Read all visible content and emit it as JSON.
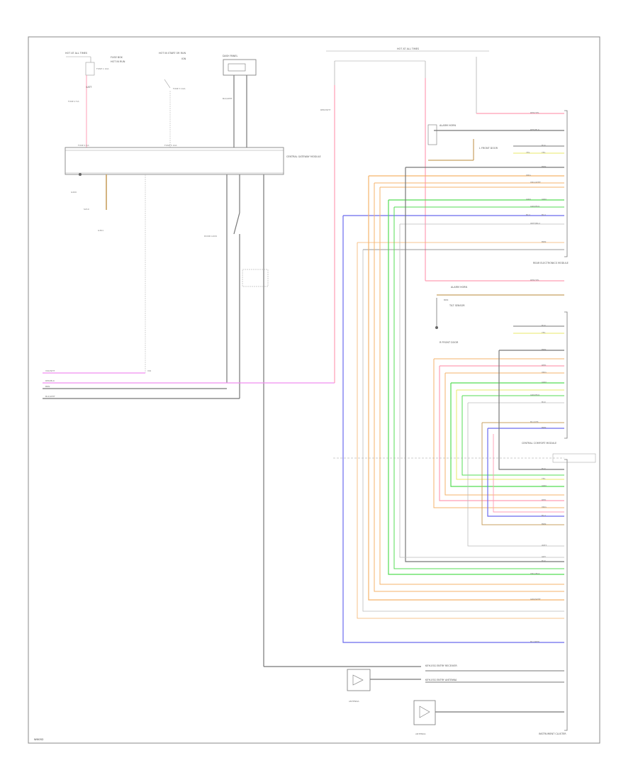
{
  "diagram": {
    "footer_code": "W0052",
    "top_labels": {
      "hot_all_times": "HOT AT ALL TIMES",
      "fuse_block_left": "FUSE BOX",
      "hot_run": "HOT IN RUN",
      "hot_start_run": "HOT IN START OR RUN",
      "battery_left": "BATT",
      "ignition": "IGN",
      "fuse_a": "FUSE 1 10A",
      "fuse_b": "FUSE 2 5A",
      "fuse_c": "FUSE 3 10A",
      "fuse_d": "FUSE 4 5A",
      "fuse_e": "FUSE 5 10A"
    },
    "modules": {
      "central_gateway": "CENTRAL GATEWAY MODULE",
      "rear_electronics": "REAR ELECTRONICS MODULE",
      "central_comfort": "CENTRAL COMFORT MODULE",
      "dash_panel": "DASH PANEL",
      "instrument_cluster": "INSTRUMENT CLUSTER",
      "alarm_horn_top": "ALARM HORN",
      "alarm_horn_mid": "ALARM HORN",
      "tilt_sensor": "TILT SENSOR",
      "left_front_door": "L FRONT DOOR",
      "right_front_door": "R FRONT DOOR",
      "antenna_left": "ANTENNA",
      "antenna_right": "ANTENNA",
      "keyless_entry_1": "KEYLESS ENTRY RECEIVER",
      "keyless_entry_2": "KEYLESS ENTRY ANTENNA",
      "ground_left": "G200",
      "ground_mid": "G301",
      "door_lock": "DOOR LOCK",
      "splice": "S210"
    },
    "wires": [
      {
        "label": "RED/WHT",
        "color": "#ff9db4"
      },
      {
        "label": "BLK/WHT",
        "color": "#7a7a7a"
      },
      {
        "label": "GRN",
        "color": "#55dd55"
      },
      {
        "label": "BLU",
        "color": "#6a6aee"
      },
      {
        "label": "ORG",
        "color": "#f5b36b"
      },
      {
        "label": "YEL",
        "color": "#e8e86a"
      },
      {
        "label": "VIO",
        "color": "#f08ef0"
      },
      {
        "label": "BRN",
        "color": "#c8a060"
      }
    ],
    "left_bus_labels": [
      "VIO/WHT",
      "RED/BLK",
      "BRN",
      "BLK/WHT"
    ],
    "pins_rear": [
      "RED/YEL",
      "RED/BLK",
      "BLK",
      "YEL",
      "BRN",
      "ORG/WHT",
      "GRN",
      "GRN/BLK",
      "BLU",
      "WHT/BLU",
      "BRN"
    ],
    "pins_comfort": [
      "RED/YEL",
      "BLK",
      "YEL",
      "BRN",
      "RED",
      "ORG",
      "GRN",
      "GRN/BLK",
      "BLU/YEL",
      "BRN",
      "BLK"
    ],
    "pins_bottom": [
      "BLK",
      "YEL",
      "GRN",
      "RED",
      "ORG",
      "BLU",
      "BRN",
      "WHT",
      "GRY",
      "BLK",
      "ORG/BLK",
      "GRN/WHT",
      "BLU/RED"
    ]
  }
}
